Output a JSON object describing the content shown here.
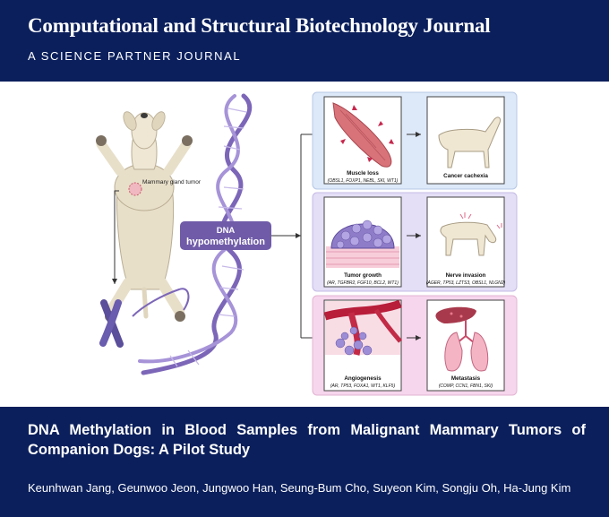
{
  "header": {
    "journal_title": "Computational and Structural Biotechnology Journal",
    "journal_subtitle": "A SCIENCE PARTNER JOURNAL"
  },
  "figure": {
    "tumor_label": "Mammary gland tumor",
    "center_label_line1": "DNA",
    "center_label_line2": "hypomethylation",
    "panels": [
      {
        "left_title": "Muscle loss",
        "left_genes": "(OBSL1, FOXP1, NEBL, SKI, WT1)",
        "right_title": "Cancer cachexia",
        "right_genes": ""
      },
      {
        "left_title": "Tumor growth",
        "left_genes": "(AR, TGFBR2, FGF10, BCL2, WT1)",
        "right_title": "Nerve invasion",
        "right_genes": "(AGER, TP53, LZTS3, OBSL1, NLGN2)"
      },
      {
        "left_title": "Angiogenesis",
        "left_genes": "(AR, TP53, FOXA1, WT1, KLF5)",
        "right_title": "Metastasis",
        "right_genes": "(COMP, CCN1, FBN1, SKI)"
      }
    ],
    "colors": {
      "panel_blue": "#dde8f8",
      "panel_purple": "#e4def6",
      "panel_pink": "#f6d6ec",
      "dna_purple": "#7c66b8",
      "label_box": "#6f5ba8"
    }
  },
  "paper": {
    "title": "DNA Methylation in Blood Samples from Malignant Mammary Tumors of Companion Dogs: A Pilot Study",
    "authors": "Keunhwan Jang, Geunwoo Jeon, Jungwoo Han, Seung-Bum Cho, Suyeon Kim, Songju Oh, Ha-Jung Kim"
  }
}
